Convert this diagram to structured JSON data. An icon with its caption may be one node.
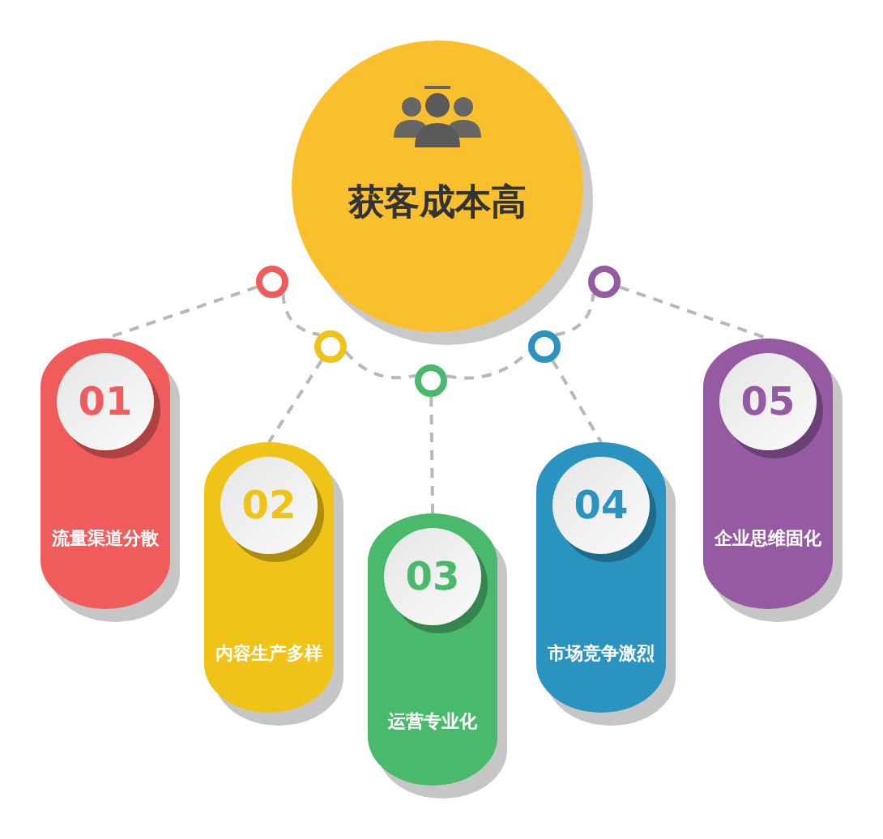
{
  "diagram": {
    "nodes": [
      {
        "text": [
          "获客成本高"
        ]
      },
      {
        "text": [
          "01",
          "流量渠道分散"
        ]
      },
      {
        "text": [
          "02",
          "内容生产多样"
        ]
      },
      {
        "text": [
          "03",
          "运营专业化"
        ]
      },
      {
        "text": [
          "04",
          "市场竞争激烈"
        ]
      },
      {
        "text": [
          "05",
          "企业思维固化"
        ]
      },
      {
        "text": [],
        "shape": "circle"
      },
      {
        "text": [],
        "shape": "circle"
      },
      {
        "text": [],
        "shape": "circle"
      },
      {
        "text": [],
        "shape": "circle"
      },
      {
        "text": [],
        "shape": "circle"
      }
    ],
    "edges": [
      {
        "from": 6,
        "to": 7,
        "arrow": "none",
        "style": "dashed"
      },
      {
        "from": 7,
        "to": 8,
        "arrow": "none",
        "style": "dashed"
      },
      {
        "from": 8,
        "to": 9,
        "arrow": "none",
        "style": "dashed"
      },
      {
        "from": 9,
        "to": 10,
        "arrow": "none",
        "style": "dashed"
      },
      {
        "from": 6,
        "to": 1,
        "arrow": "none",
        "style": "dashed"
      },
      {
        "from": 7,
        "to": 2,
        "arrow": "none",
        "style": "dashed"
      },
      {
        "from": 8,
        "to": 3,
        "arrow": "none",
        "style": "dashed"
      },
      {
        "from": 9,
        "to": 4,
        "arrow": "none",
        "style": "dashed"
      },
      {
        "from": 10,
        "to": 5,
        "arrow": "none",
        "style": "dashed"
      }
    ]
  }
}
